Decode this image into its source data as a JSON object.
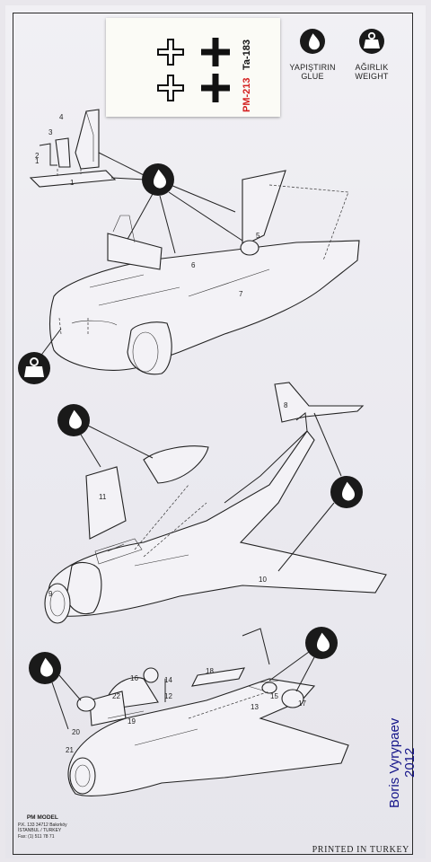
{
  "legend": {
    "glue_tr": "YAPIŞTIRIN",
    "glue_en": "GLUE",
    "weight_tr": "AĞIRLIK",
    "weight_en": "WEIGHT"
  },
  "decal": {
    "type_code": "Ta-183",
    "serial": "PM-213",
    "colors": {
      "cross": "#111111",
      "serial_red": "#d42020"
    }
  },
  "part_numbers": [
    "1",
    "2",
    "3",
    "4",
    "5",
    "6",
    "7",
    "8",
    "9",
    "10",
    "11",
    "12",
    "13",
    "14",
    "15",
    "16",
    "17",
    "18",
    "19",
    "20",
    "21",
    "22"
  ],
  "footer": {
    "company": "PM MODEL",
    "address_1": "P.K. 133 34712 Bakırköy",
    "address_2": "İSTANBUL / TURKEY",
    "fax": "Fax: (1) 511 78 71",
    "printed": "PRINTED IN TURKEY"
  },
  "credit": {
    "name": "Boris Vyrypaev",
    "year": "2012"
  },
  "icons": [
    "glue-drop-icon",
    "weight-icon"
  ]
}
